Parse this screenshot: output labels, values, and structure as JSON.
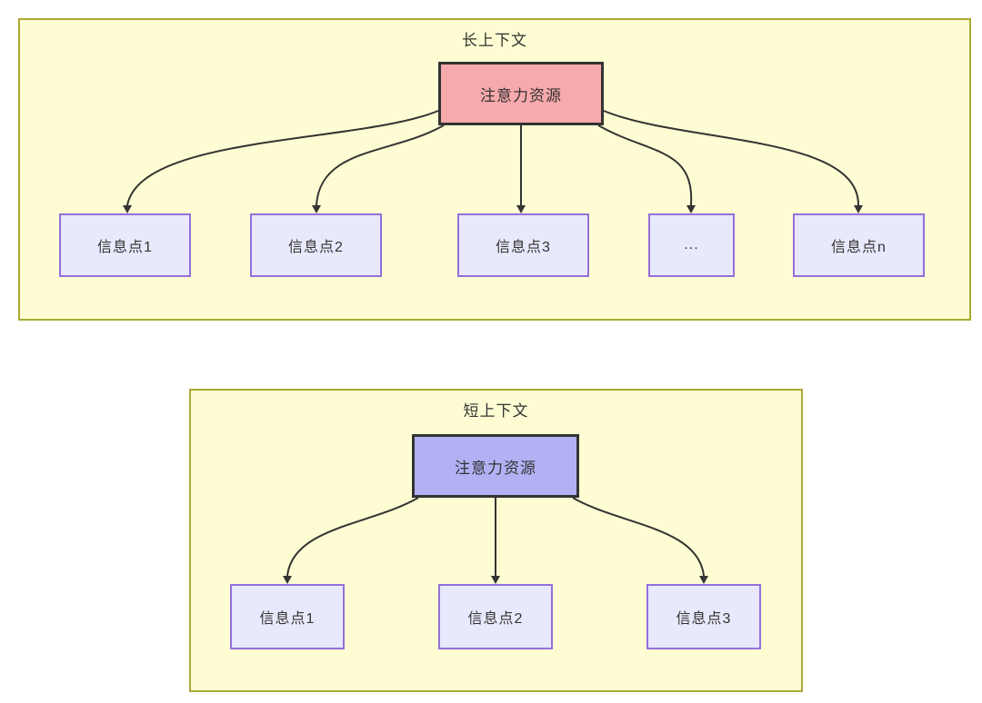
{
  "diagram": {
    "colors": {
      "container_fill": "#fdfcd3",
      "container_border": "#aaaa33",
      "attention_long_fill": "#f7a9ac",
      "attention_short_fill": "#b1b1f3",
      "node_fill": "#e9e9fd",
      "node_border": "#9370db",
      "edge_color": "#333333",
      "text_color": "#333333"
    },
    "long_context": {
      "title": "长上下文",
      "attention_label": "注意力资源",
      "nodes": [
        {
          "label": "信息点1"
        },
        {
          "label": "信息点2"
        },
        {
          "label": "信息点3"
        },
        {
          "label": "..."
        },
        {
          "label": "信息点n"
        }
      ]
    },
    "short_context": {
      "title": "短上下文",
      "attention_label": "注意力资源",
      "nodes": [
        {
          "label": "信息点1"
        },
        {
          "label": "信息点2"
        },
        {
          "label": "信息点3"
        }
      ]
    }
  }
}
